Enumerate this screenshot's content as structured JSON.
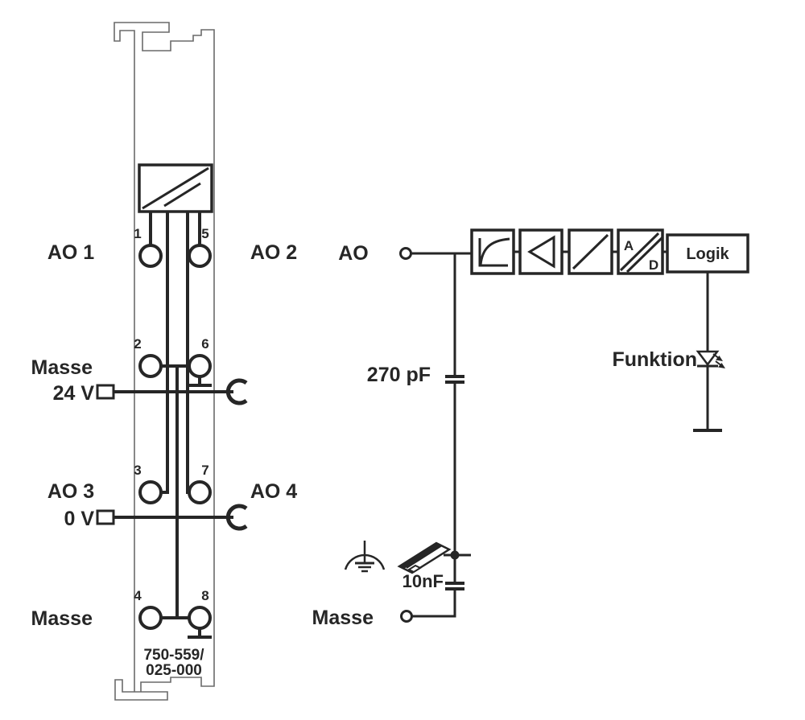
{
  "module": {
    "part_number": [
      "750-559/",
      "025-000"
    ],
    "terminal_numbers": [
      "1",
      "2",
      "3",
      "4",
      "5",
      "6",
      "7",
      "8"
    ],
    "left_labels": {
      "ao1": "AO 1",
      "masse_top": "Masse",
      "v24": "24 V",
      "ao3": "AO 3",
      "v0": "0 V",
      "masse_bottom": "Masse"
    },
    "right_labels": {
      "ao2": "AO 2",
      "ao4": "AO 4"
    }
  },
  "schematic": {
    "input_label": "AO",
    "cap_filter": "270 pF",
    "cap_rail": "10nF",
    "ground_label": "Masse",
    "led_label": "Funktion",
    "logic_label": "Logik",
    "adc_letters": {
      "a": "A",
      "d": "D"
    }
  },
  "colors": {
    "ink": "#262626",
    "outline": "#6a6a6a",
    "background": "#ffffff"
  }
}
